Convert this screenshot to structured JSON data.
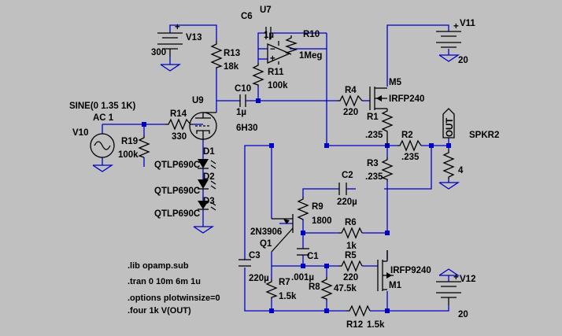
{
  "colors": {
    "background": "#c0c0c0",
    "wire": "#0000c8",
    "part": "#000000"
  },
  "sources": {
    "V13": {
      "name": "V13",
      "value": "300"
    },
    "V11": {
      "name": "V11",
      "value": "20"
    },
    "V12": {
      "name": "V12",
      "value": "20"
    },
    "V10": {
      "name": "V10",
      "spec1": "SINE(0 1.35 1K)",
      "spec2": "AC 1"
    }
  },
  "parts": {
    "C6": {
      "name": "C6",
      "value": "1µ"
    },
    "U7": {
      "name": "U7"
    },
    "R10": {
      "name": "R10",
      "value": "1Meg"
    },
    "R13": {
      "name": "R13",
      "value": "18k"
    },
    "R11": {
      "name": "R11",
      "value": "100k"
    },
    "C10": {
      "name": "C10",
      "value": "1µ"
    },
    "U9": {
      "name": "U9",
      "value": "6H30"
    },
    "R14": {
      "name": "R14",
      "value": "330"
    },
    "R19": {
      "name": "R19",
      "value": "100k"
    },
    "R4": {
      "name": "R4",
      "value": "220"
    },
    "M5": {
      "name": "M5",
      "value": "IRFP240"
    },
    "R1": {
      "name": "R1",
      "value": ".235"
    },
    "R2": {
      "name": "R2",
      "value": ".235"
    },
    "R3": {
      "name": "R3",
      "value": ".235"
    },
    "SPKR2": {
      "name": "SPKR2",
      "value": "4"
    },
    "OUT": {
      "name": "OUT"
    },
    "C2": {
      "name": "C2",
      "value": "220µ"
    },
    "R9": {
      "name": "R9",
      "value": "1800"
    },
    "Q1": {
      "name": "Q1",
      "value": "2N3906"
    },
    "R6": {
      "name": "R6",
      "value": "1k"
    },
    "C1": {
      "name": "C1",
      "value": ".001µ"
    },
    "R5": {
      "name": "R5",
      "value": "220"
    },
    "M1": {
      "name": "M1",
      "value": "IRFP9240"
    },
    "C3": {
      "name": "C3",
      "value": "220µ"
    },
    "R7": {
      "name": "R7",
      "value": "1.5k"
    },
    "R8": {
      "name": "R8",
      "value": "47.5k"
    },
    "R12": {
      "name": "R12",
      "value": "1.5k"
    },
    "D1": {
      "name": "D1",
      "value": "QTLP690C"
    },
    "D2": {
      "name": "D2",
      "value": "QTLP690C"
    },
    "D3": {
      "name": "D3",
      "value": "QTLP690C"
    }
  },
  "directives": [
    ".lib opamp.sub",
    ".tran 0 10m 6m 1u",
    ".options plotwinsize=0",
    ".four 1k V(OUT)"
  ]
}
